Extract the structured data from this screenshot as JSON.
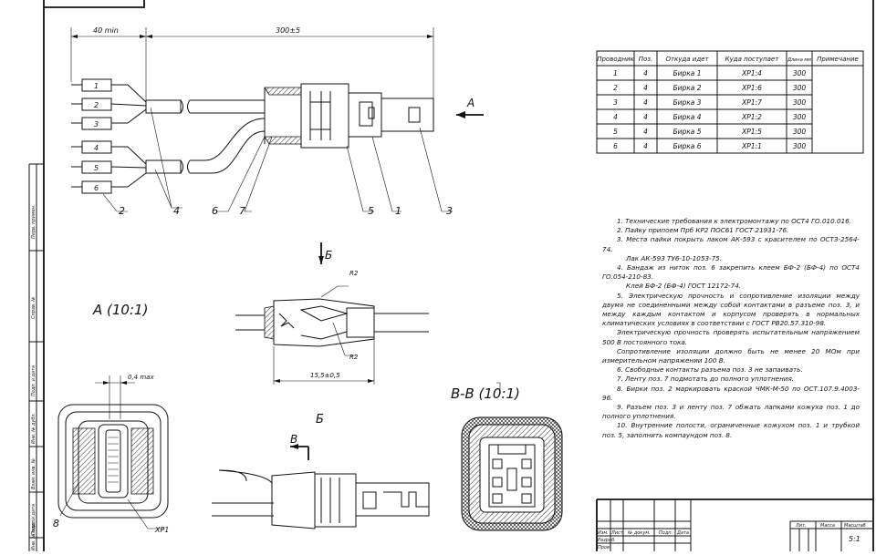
{
  "dimensions": {
    "tail_length": "40 min",
    "cable_length": "300±5",
    "sleeve_length": "15,5±0,5",
    "gap": "0,4 max",
    "radius": "R2"
  },
  "view_labels": {
    "view_a": "A (10:1)",
    "section_bb": "B-B (10:1)",
    "arrow_a": "A",
    "arrow_b_top": "Б",
    "arrow_b_bottom": "Б",
    "section_mark": "B"
  },
  "tags": [
    "1",
    "2",
    "3",
    "4",
    "5",
    "6"
  ],
  "positions": {
    "p1": "1",
    "p2": "2",
    "p3": "3",
    "p4": "4",
    "p5": "5",
    "p6": "6",
    "p7": "7",
    "p8": "8",
    "xp1": "XP1"
  },
  "wire_table": {
    "headers": [
      "Проводник",
      "Поз.",
      "Откуда идет",
      "Куда поступает",
      "Длина мм",
      "Примечание"
    ],
    "rows": [
      [
        "1",
        "4",
        "Бирка 1",
        "XP1:4",
        "300",
        ""
      ],
      [
        "2",
        "4",
        "Бирка 2",
        "XP1:6",
        "300",
        ""
      ],
      [
        "3",
        "4",
        "Бирка 3",
        "XP1:7",
        "300",
        ""
      ],
      [
        "4",
        "4",
        "Бирка 4",
        "XP1:2",
        "300",
        ""
      ],
      [
        "5",
        "4",
        "Бирка 5",
        "XP1:5",
        "300",
        ""
      ],
      [
        "6",
        "4",
        "Бирка 6",
        "XP1:1",
        "300",
        ""
      ]
    ]
  },
  "notes": [
    "1. Технические требования к электромонтажу по ОСТ4 ГО.010.016.",
    "2. Пайку припоем Прб КР2 ПОС61 ГОСТ 21931-76.",
    "3. Места пайки покрыть лаком АК-593 с красителем по ОСТ3-2564-74.",
    "Лак АК-593 ТУ6-10-1053-75.",
    "4. Бандаж из ниток поз. 6 закрепить клеем БФ-2 (БФ-4) по ОСТ4 ГО.054-210-83.",
    "Клей БФ-2 (БФ-4) ГОСТ 12172-74.",
    "5. Электрическую прочность и сопротивление изоляции между двумя не соединенными между собой контактами в разъеме поз. 3, и между каждым контактом и корпусом проверять в нормальных климатических условиях в соответствии с ГОСТ РВ20.57.310-98.",
    "Электрическую прочность проверять испытательным напряжением 500 В постоянного тока.",
    "Сопротивление изоляции должно быть не менее 20 МОм при измерительном напряжении 100 В.",
    "6. Свободные контакты разъема поз. 3 не запаивать.",
    "7. Ленту поз. 7 подмотать до полного уплотнения.",
    "8. Бирки поз. 2 маркировать краской ЧМК-М-50 по ОСТ.107.9.4003-96.",
    "9. Разъем поз. 3 и ленту поз. 7 обжать лапками кожуха поз. 1 до полного уплотнения.",
    "10. Внутренние полости, ограниченные кожухом поз. 1 и трубкой поз. 5, заполнить компаундом поз. 8."
  ],
  "title_block": {
    "headers": [
      "Изм.",
      "Лист",
      "№ докум.",
      "Подп.",
      "Дата"
    ],
    "row_labels": [
      "Разраб.",
      "Пров."
    ],
    "lit": "Лит.",
    "mass": "Масса",
    "scale": "Масштаб",
    "scale_value": "5:1"
  },
  "side_stamp": [
    "Перв. примен.",
    "Справ. №",
    "Подп. и дата",
    "Инв. № дубл.",
    "Взам. инв. №",
    "Подп. и дата",
    "Инв. № подл."
  ]
}
